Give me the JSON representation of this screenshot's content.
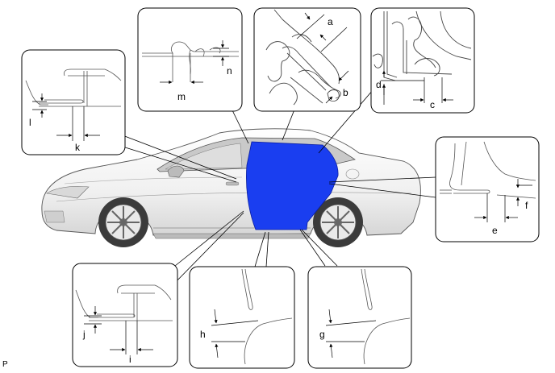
{
  "diagram": {
    "corner_code": "P",
    "highlight_color": "#1a3ef0",
    "detail_labels": {
      "a": "a",
      "b": "b",
      "c": "c",
      "d": "d",
      "e": "e",
      "f": "f",
      "g": "g",
      "h": "h",
      "i": "i",
      "j": "j",
      "k": "k",
      "l": "l",
      "m": "m",
      "n": "n"
    }
  }
}
